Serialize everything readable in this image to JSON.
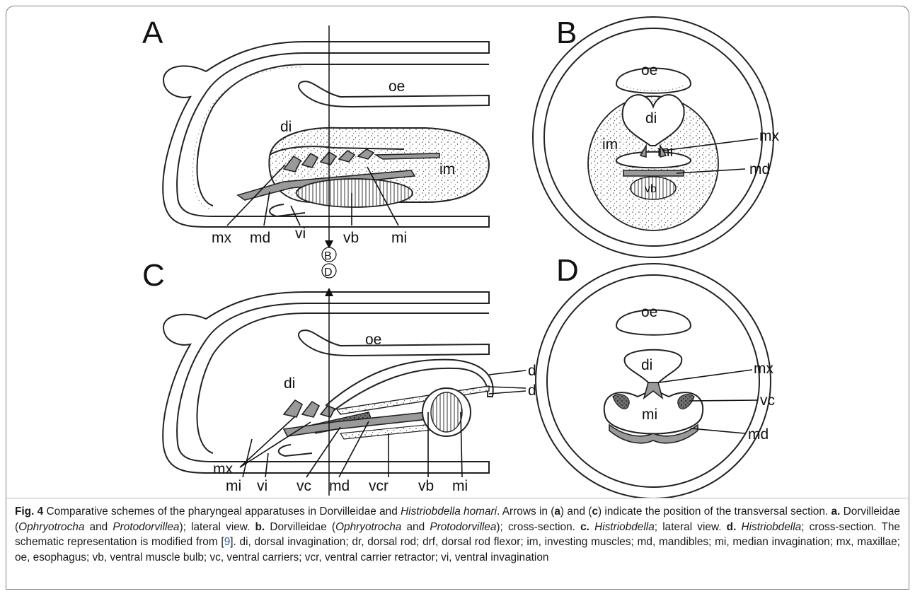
{
  "panels": {
    "A": {
      "letter": "A",
      "labels": {
        "oe": "oe",
        "di": "di",
        "im": "im",
        "mx": "mx",
        "md": "md",
        "vi": "vi",
        "vb": "vb",
        "mi": "mi"
      },
      "section_marker": "B"
    },
    "B": {
      "letter": "B",
      "labels": {
        "oe": "oe",
        "di": "di",
        "im": "im",
        "mi": "mi",
        "mx": "mx",
        "md": "md",
        "vb": "vb"
      }
    },
    "C": {
      "letter": "C",
      "labels": {
        "oe": "oe",
        "di": "di",
        "dr": "dr",
        "drf": "drf",
        "mx": "mx",
        "mi": "mi",
        "vi": "vi",
        "vc": "vc",
        "md": "md",
        "vcr": "vcr",
        "vb": "vb",
        "mi2": "mi"
      },
      "section_marker": "D"
    },
    "D": {
      "letter": "D",
      "labels": {
        "oe": "oe",
        "di": "di",
        "mx": "mx",
        "vc": "vc",
        "mi": "mi",
        "md": "md"
      }
    }
  },
  "caption": {
    "fig_label": "Fig. 4",
    "part1": " Comparative schemes of the pharyngeal apparatuses in Dorvilleidae and ",
    "species": "Histriobdella homari",
    "part2": ". Arrows in (",
    "ref_a": "a",
    "part3": ") and (",
    "ref_c": "c",
    "part4": ") indicate the position of the transversal section. ",
    "a_label": "a.",
    "a_text1": " Dorvilleidae (",
    "a_genus1": "Ophryotrocha",
    "a_and": " and ",
    "a_genus2": "Protodorvillea",
    "a_text2": "); lateral view. ",
    "b_label": "b.",
    "b_text1": " Dorvilleidae (",
    "b_genus1": "Ophryotrocha",
    "b_and": " and ",
    "b_genus2": "Protodorvillea",
    "b_text2": "); cross-section. ",
    "c_label": "c.",
    "c_genus": " Histriobdella",
    "c_text": "; lateral view. ",
    "d_label": "d.",
    "d_genus": " Histriobdella",
    "d_text": "; cross-section. The schematic representation is modified from [",
    "ref_num": "9",
    "tail": "]. di, dorsal invagination; dr, dorsal rod; drf, dorsal rod flexor; im, investing muscles; md, mandibles; mi, median invagination; mx, maxillae; oe, esophagus; vb, ventral muscle bulb; vc, ventral carriers; vcr, ventral carrier retractor; vi, ventral invagination"
  }
}
